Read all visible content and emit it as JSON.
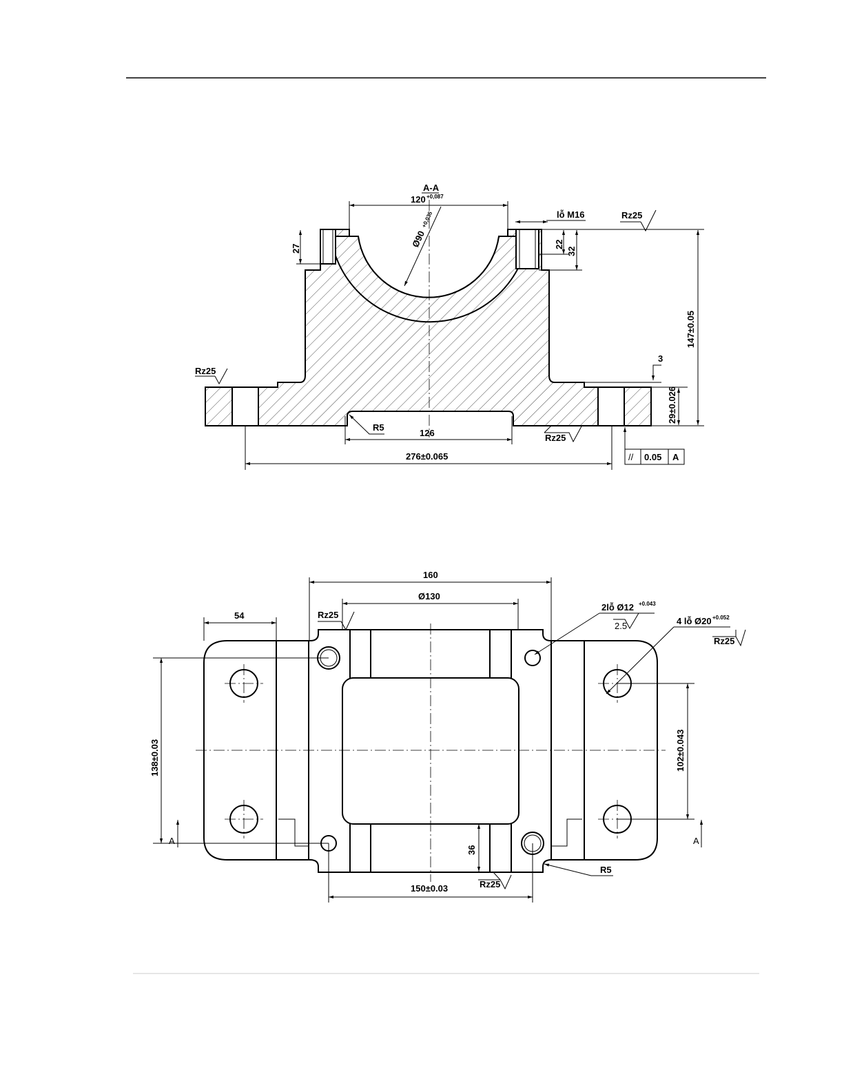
{
  "section": {
    "title": "A-A",
    "width_dim": "120",
    "width_tol": "+0,087",
    "bore_dim": "Ø90",
    "bore_tol": "+0,035",
    "thread_note": "lỗ M16",
    "depth_27": "27",
    "depth_22": "22",
    "depth_32": "32",
    "height_147": "147±0.05",
    "step_3": "3",
    "base_height": "29±0.026",
    "radius": "R5",
    "slot_126": "126",
    "span_276": "276±0.065",
    "rz_top_right": "Rz25",
    "rz_left": "Rz25",
    "rz_bottom": "Rz25",
    "tolerance_frame": {
      "symbol": "//",
      "value": "0.05",
      "datum": "A"
    }
  },
  "plan": {
    "dim_160": "160",
    "dim_130": "Ø130",
    "dim_54": "54",
    "rz_top": "Rz25",
    "hole_small_label": "2lỗ Ø12",
    "hole_small_tol": "+0.043",
    "hole_small_depth": "2.5",
    "hole_large_label": "4 lỗ Ø20",
    "hole_large_tol": "+0.052",
    "rz_right": "Rz25",
    "dim_138": "138±0.03",
    "dim_102": "102±0.043",
    "dim_36": "36",
    "dim_150": "150±0.03",
    "rz_bottom": "Rz25",
    "radius": "R5",
    "datum_left": "A",
    "datum_right": "A"
  }
}
